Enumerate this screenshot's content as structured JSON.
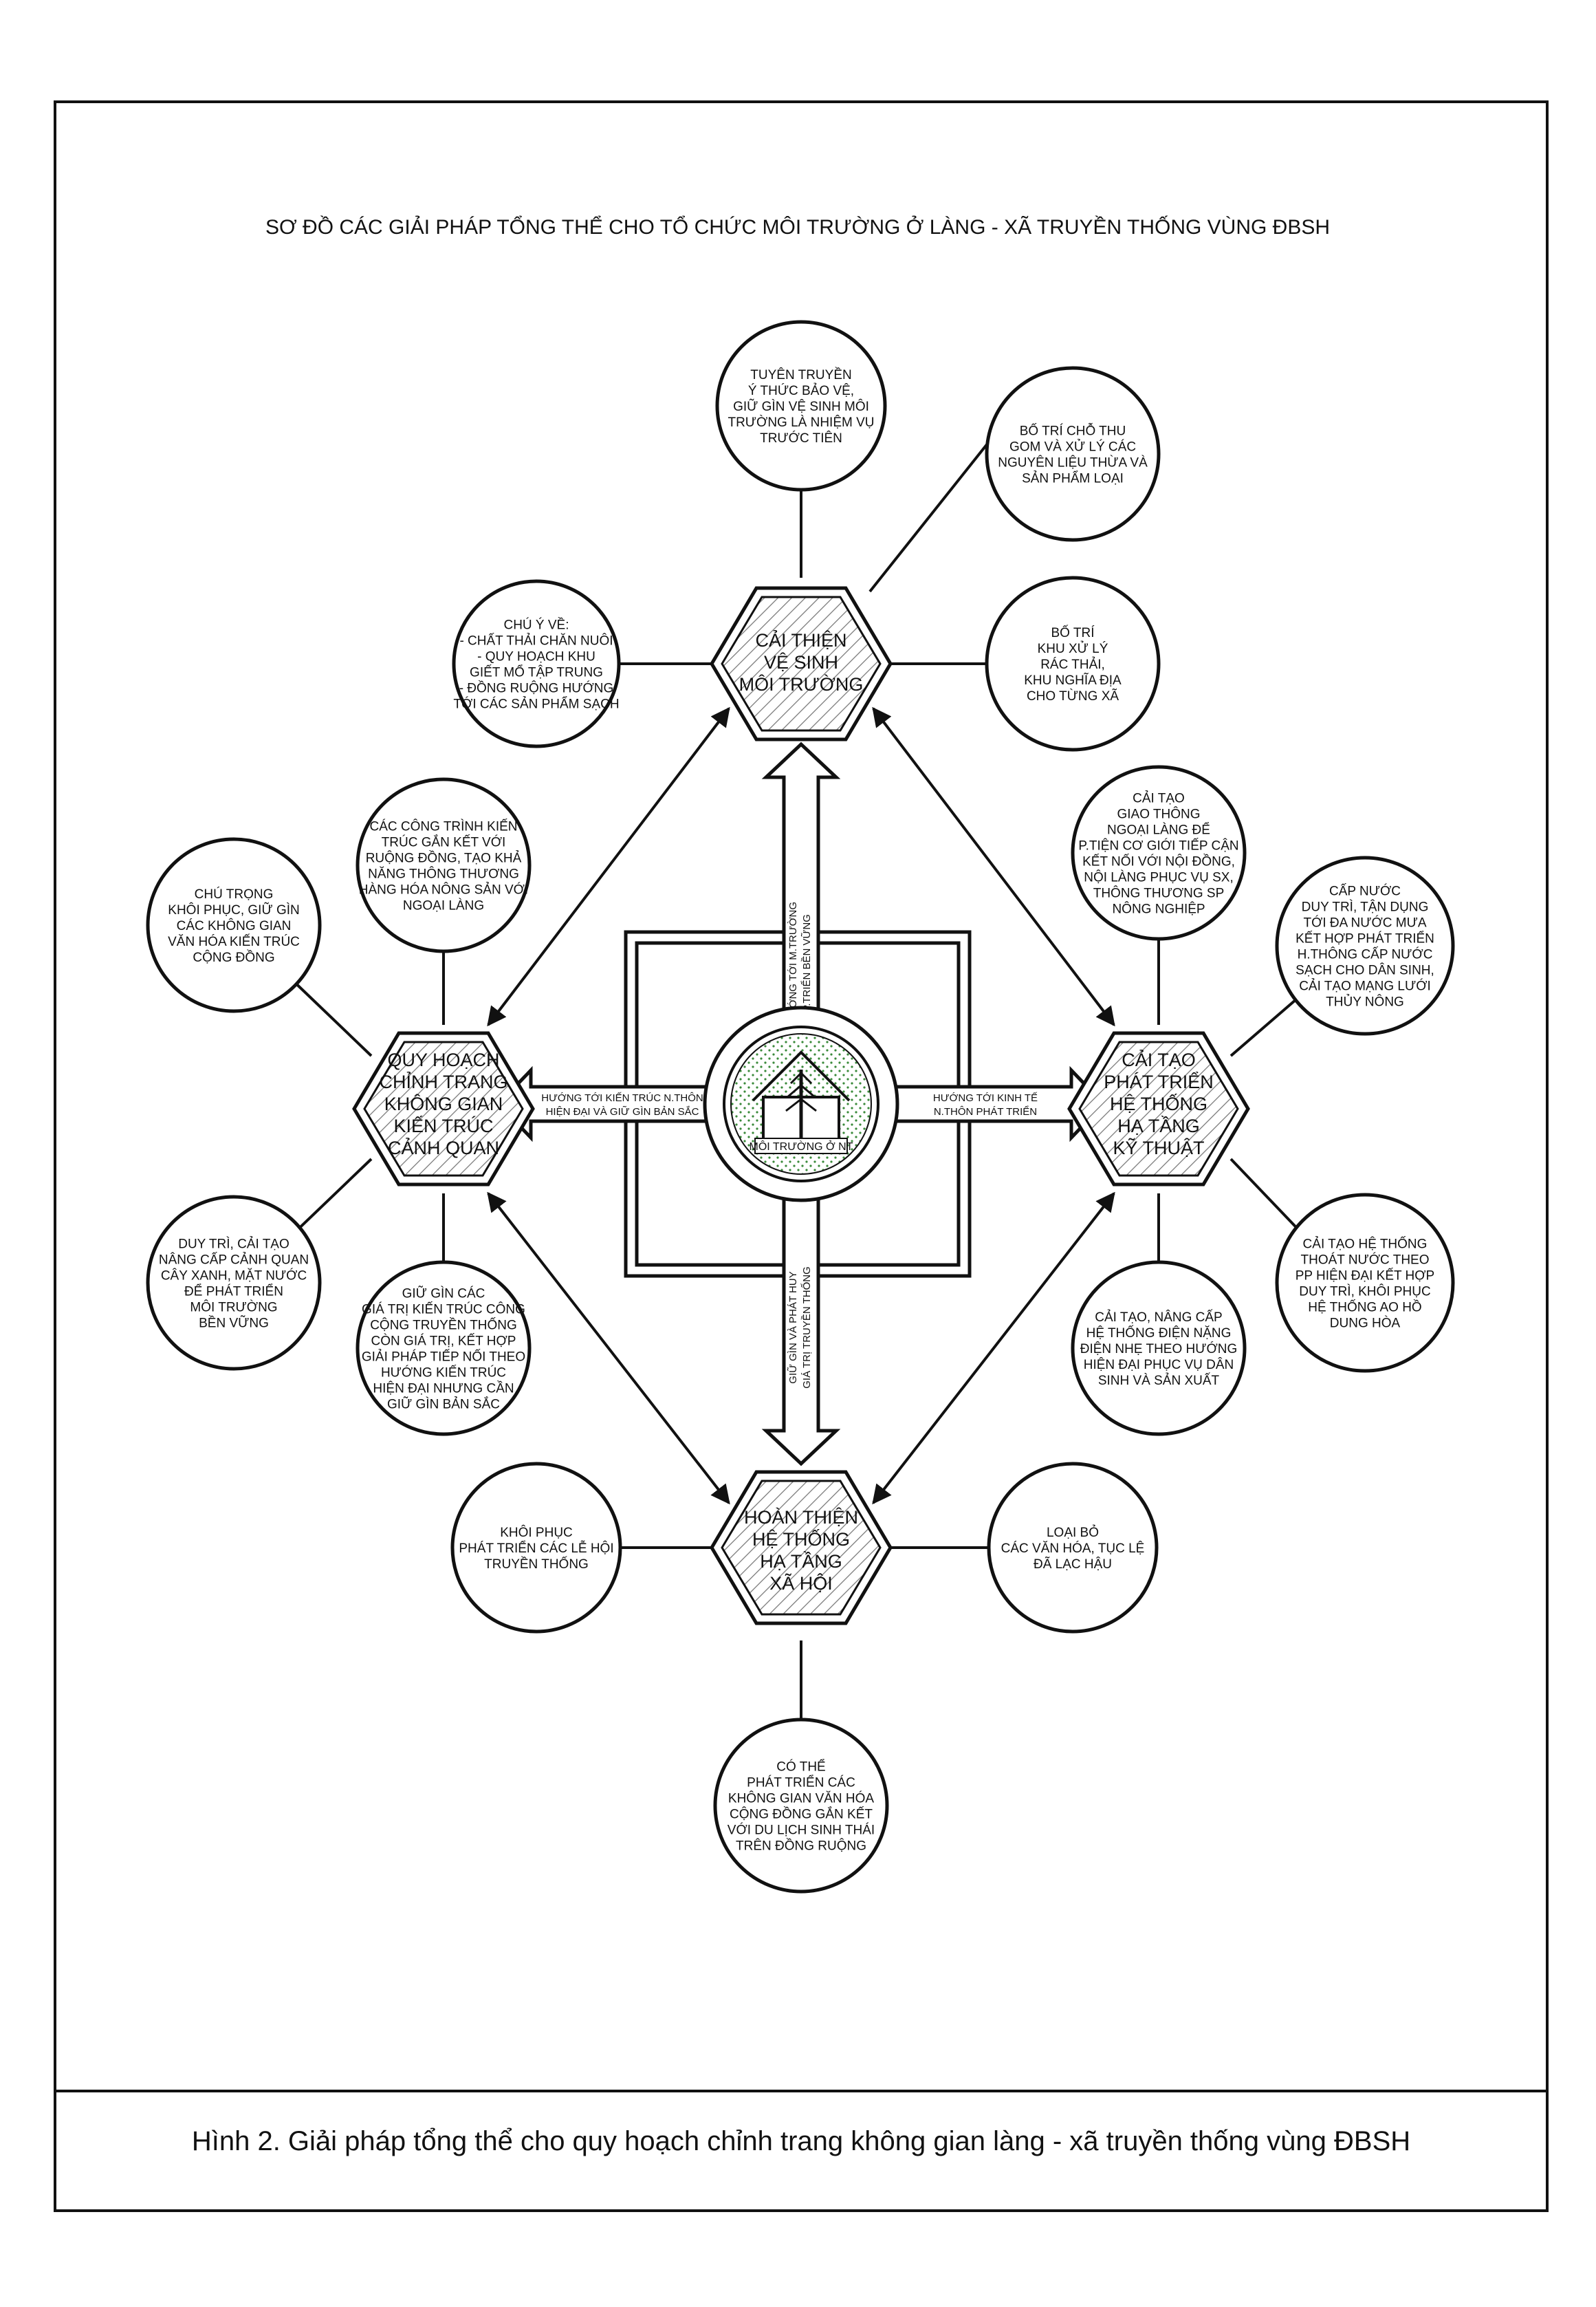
{
  "diagram_title": "SƠ ĐỒ CÁC GIẢI PHÁP TỔNG THỂ CHO TỔ CHỨC MÔI TRƯỜNG Ở  LÀNG - XÃ TRUYỀN THỐNG VÙNG ĐBSH",
  "caption": "Hình 2. Giải pháp tổng thể cho quy hoạch chỉnh trang không gian làng - xã truyền thống vùng ĐBSH",
  "center_label": "MÔI TRƯỜNG Ở NT",
  "hexagons": {
    "top": [
      "CẢI THIỆN",
      "VỆ SINH",
      "MÔI TRƯỜNG"
    ],
    "left": [
      "QUY HOẠCH",
      "CHỈNH TRANG",
      "KHÔNG GIAN",
      "KIẾN TRÚC",
      "CẢNH QUAN"
    ],
    "right": [
      "CẢI TẠO",
      "PHÁT TRIỂN",
      "HỆ THỐNG",
      "HẠ TẦNG",
      "KỸ THUẬT"
    ],
    "bottom": [
      "HOÀN THIỆN",
      "HỆ THỐNG",
      "HẠ TẦNG",
      "XÃ HỘI"
    ]
  },
  "arrows": {
    "up": [
      "HƯỚNG TỚI M.TRƯỜNG",
      "P.TRIỂN BỀN VỮNG"
    ],
    "down": [
      "GIỮ GÌN VÀ PHÁT HUY",
      "GIÁ TRỊ TRUYỀN THỐNG"
    ],
    "left": [
      "HƯỚNG TỚI KIẾN TRÚC N.THÔN",
      "HIỆN ĐẠI VÀ GIỮ GÌN BẢN SẮC"
    ],
    "right": [
      "HƯỚNG TỚI KINH TẾ",
      "N.THÔN PHÁT TRIỂN"
    ]
  },
  "bubbles": {
    "top_1": [
      "TUYÊN TRUYỀN",
      "Ý THỨC BẢO VỆ,",
      "GIỮ GÌN VỆ SINH MÔI",
      "TRƯỜNG LÀ NHIỆM VỤ",
      "TRƯỚC TIÊN"
    ],
    "top_2": [
      "BỐ TRÍ CHỖ THU",
      "GOM  VÀ XỬ LÝ CÁC",
      "NGUYÊN LIỆU THỪA VÀ",
      "SẢN PHẨM LOẠI"
    ],
    "top_3": [
      "BỐ TRÍ",
      "KHU XỬ LÝ",
      "RÁC THẢI,",
      "KHU NGHĨA ĐỊA",
      "CHO TỪNG XÃ"
    ],
    "top_4": [
      "CHÚ Ý VỀ:",
      "- CHẤT THẢI CHĂN NUÔI",
      "- QUY HOẠCH KHU",
      "GIẾT MỔ TẬP TRUNG",
      "- ĐỒNG RUỘNG HƯỚNG",
      "TỚI CÁC SẢN PHẨM SẠCH"
    ],
    "left_1": [
      "CÁC CÔNG TRÌNH KIẾN",
      "TRÚC GẮN KẾT VỚI",
      "RUỘNG ĐỒNG, TẠO KHẢ",
      "NĂNG THÔNG THƯƠNG",
      "HÀNG HÓA NÔNG SẢN VỚI",
      "NGOẠI LÀNG"
    ],
    "left_2": [
      "CHÚ TRỌNG",
      "KHÔI PHỤC, GIỮ GÌN",
      "CÁC KHÔNG GIAN",
      "VĂN HÓA KIẾN TRÚC",
      "CỘNG ĐỒNG"
    ],
    "left_3": [
      "DUY TRÌ, CẢI TẠO",
      "NÂNG CẤP CẢNH QUAN",
      "CÂY XANH, MẶT NƯỚC",
      "ĐỂ PHÁT TRIỂN",
      "MÔI TRƯỜNG",
      "BỀN VỮNG"
    ],
    "left_4": [
      "GIỮ GÌN CÁC",
      "GIÁ TRỊ KIẾN TRÚC CÔNG",
      "CỘNG TRUYỀN THỐNG",
      "CÒN GIÁ TRỊ, KẾT HỢP",
      "GIẢI PHÁP TIẾP NỐI THEO",
      "HƯỚNG KIẾN TRÚC",
      "HIỆN ĐẠI NHƯNG CẦN",
      "GIỮ GÌN BẢN SẮC"
    ],
    "right_1": [
      "CẢI TẠO",
      "GIAO THÔNG",
      "NGOẠI LÀNG ĐỂ",
      "P.TIỆN CƠ GIỚI TIẾP CẬN",
      "KẾT NỐI VỚI NỘI ĐỒNG,",
      "NỘI LÀNG PHỤC VỤ SX,",
      "THÔNG THƯƠNG SP",
      "NÔNG NGHIỆP"
    ],
    "right_2": [
      "CẤP NƯỚC",
      "DUY TRÌ, TẬN DỤNG",
      "TỚI ĐA NƯỚC MƯA",
      "KẾT HỢP PHÁT TRIỂN",
      "H.THÔNG CẤP NƯỚC",
      "SẠCH CHO DÂN SINH,",
      "CẢI TẠO MẠNG LƯỚI",
      "THỦY NÔNG"
    ],
    "right_3": [
      "CẢI TẠO HỆ THỐNG",
      "THOÁT NƯỚC THEO",
      "PP HIỆN ĐẠI KẾT HỢP",
      "DUY TRÌ, KHÔI PHỤC",
      "HỆ THỐNG AO HỒ",
      "DUNG HÒA"
    ],
    "right_4": [
      "CẢI TẠO, NÂNG CẤP",
      "HỆ THỐNG ĐIỆN NẶNG",
      "ĐIỆN NHẸ THEO HƯỚNG",
      "HIỆN ĐẠI PHỤC VỤ DÂN",
      "SINH VÀ SẢN XUẤT"
    ],
    "bottom_1": [
      "KHÔI PHỤC",
      "PHÁT TRIỂN CÁC LỄ HỘI",
      "TRUYỀN THỐNG"
    ],
    "bottom_2": [
      "LOẠI BỎ",
      "CÁC VĂN HÓA, TỤC LỆ",
      "ĐÃ LẠC HẬU"
    ],
    "bottom_3": [
      "CÓ THỂ",
      "PHÁT TRIỂN CÁC",
      "KHÔNG GIAN VĂN HÓA",
      "CỘNG ĐỒNG GẮN KẾT",
      "VỚI DU LỊCH SINH THÁI",
      "TRÊN ĐỒNG RUỘNG"
    ]
  }
}
